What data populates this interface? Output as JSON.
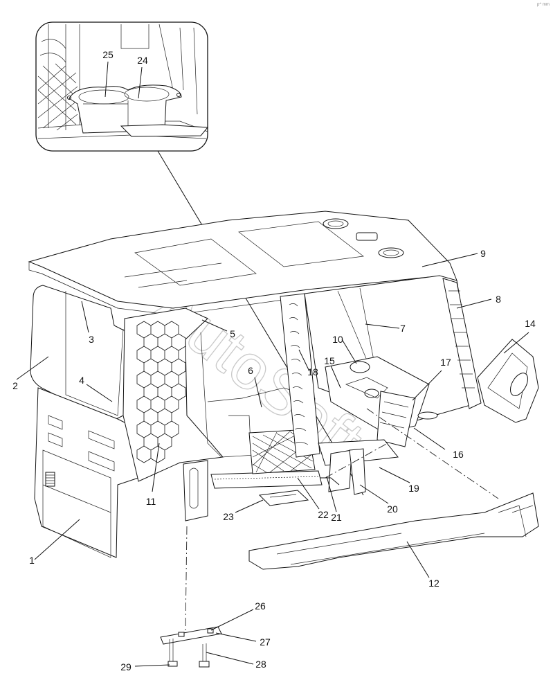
{
  "watermark": "AutoSoft",
  "corner_mark": "p^ mm",
  "callouts": [
    {
      "id": "1",
      "label": "1"
    },
    {
      "id": "2",
      "label": "2"
    },
    {
      "id": "3",
      "label": "3"
    },
    {
      "id": "4",
      "label": "4"
    },
    {
      "id": "5",
      "label": "5"
    },
    {
      "id": "6",
      "label": "6"
    },
    {
      "id": "7",
      "label": "7"
    },
    {
      "id": "8",
      "label": "8"
    },
    {
      "id": "9",
      "label": "9"
    },
    {
      "id": "10",
      "label": "10"
    },
    {
      "id": "11",
      "label": "11"
    },
    {
      "id": "12",
      "label": "12"
    },
    {
      "id": "14",
      "label": "14"
    },
    {
      "id": "15",
      "label": "15"
    },
    {
      "id": "16",
      "label": "16"
    },
    {
      "id": "17",
      "label": "17"
    },
    {
      "id": "18",
      "label": "18"
    },
    {
      "id": "19",
      "label": "19"
    },
    {
      "id": "20",
      "label": "20"
    },
    {
      "id": "21",
      "label": "21"
    },
    {
      "id": "22",
      "label": "22"
    },
    {
      "id": "23",
      "label": "23"
    },
    {
      "id": "24",
      "label": "24"
    },
    {
      "id": "25",
      "label": "25"
    },
    {
      "id": "26",
      "label": "26"
    },
    {
      "id": "27",
      "label": "27"
    },
    {
      "id": "28",
      "label": "28"
    },
    {
      "id": "29",
      "label": "29"
    }
  ]
}
